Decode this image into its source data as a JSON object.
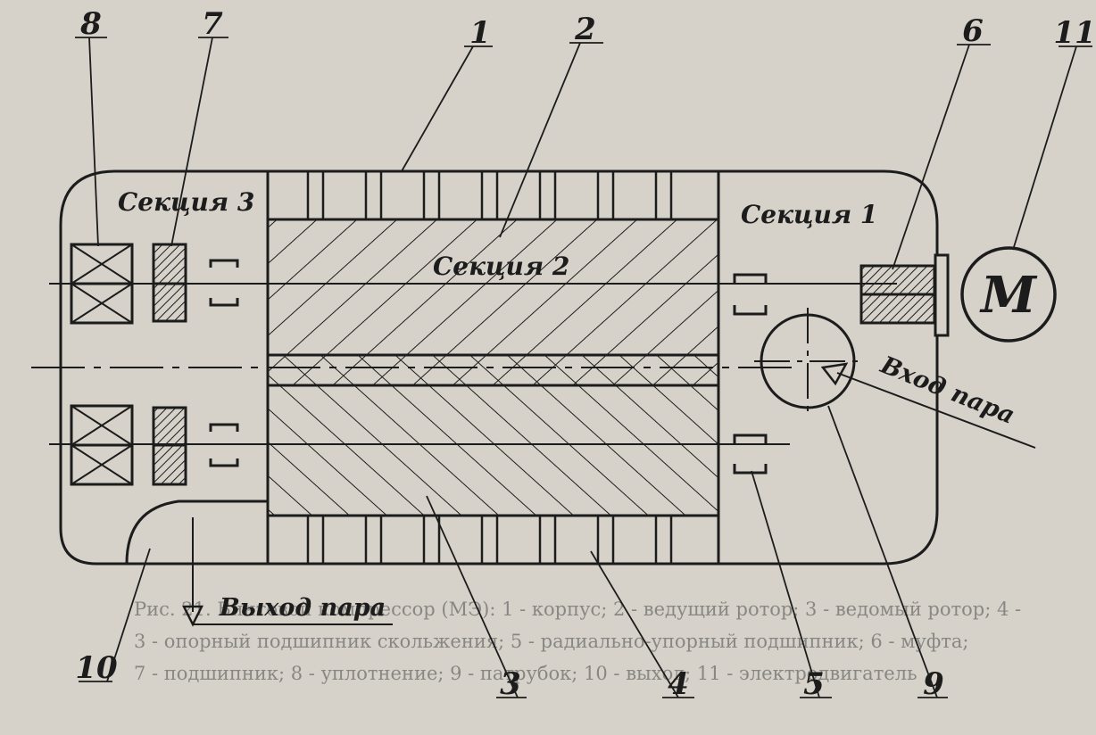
{
  "diagram": {
    "sections": {
      "section1": "Секция 1",
      "section2": "Секция 2",
      "section3": "Секция 3"
    },
    "flows": {
      "steam_in": "Вход пара",
      "steam_out": "Выход пара"
    },
    "motor_label": "M",
    "callouts": [
      "1",
      "2",
      "3",
      "4",
      "5",
      "6",
      "7",
      "8",
      "9",
      "10",
      "11"
    ],
    "caption": {
      "line1": "Рис. 21. Винтовой компрессор (МЭ): 1 - корпус; 2 - ведущий ротор; 3 - ведомый ротор; 4 -",
      "line2": "3 - опорный подшипник скольжения; 5 - радиально-упорный подшипник; 6 - муфта;",
      "line3": "7 - подшипник; 8 - уплотнение; 9 - патрубок; 10 - выход; 11 - электродвигатель"
    },
    "colors": {
      "ink": "#1c1c1c",
      "paper": "#d6d2c9"
    }
  }
}
